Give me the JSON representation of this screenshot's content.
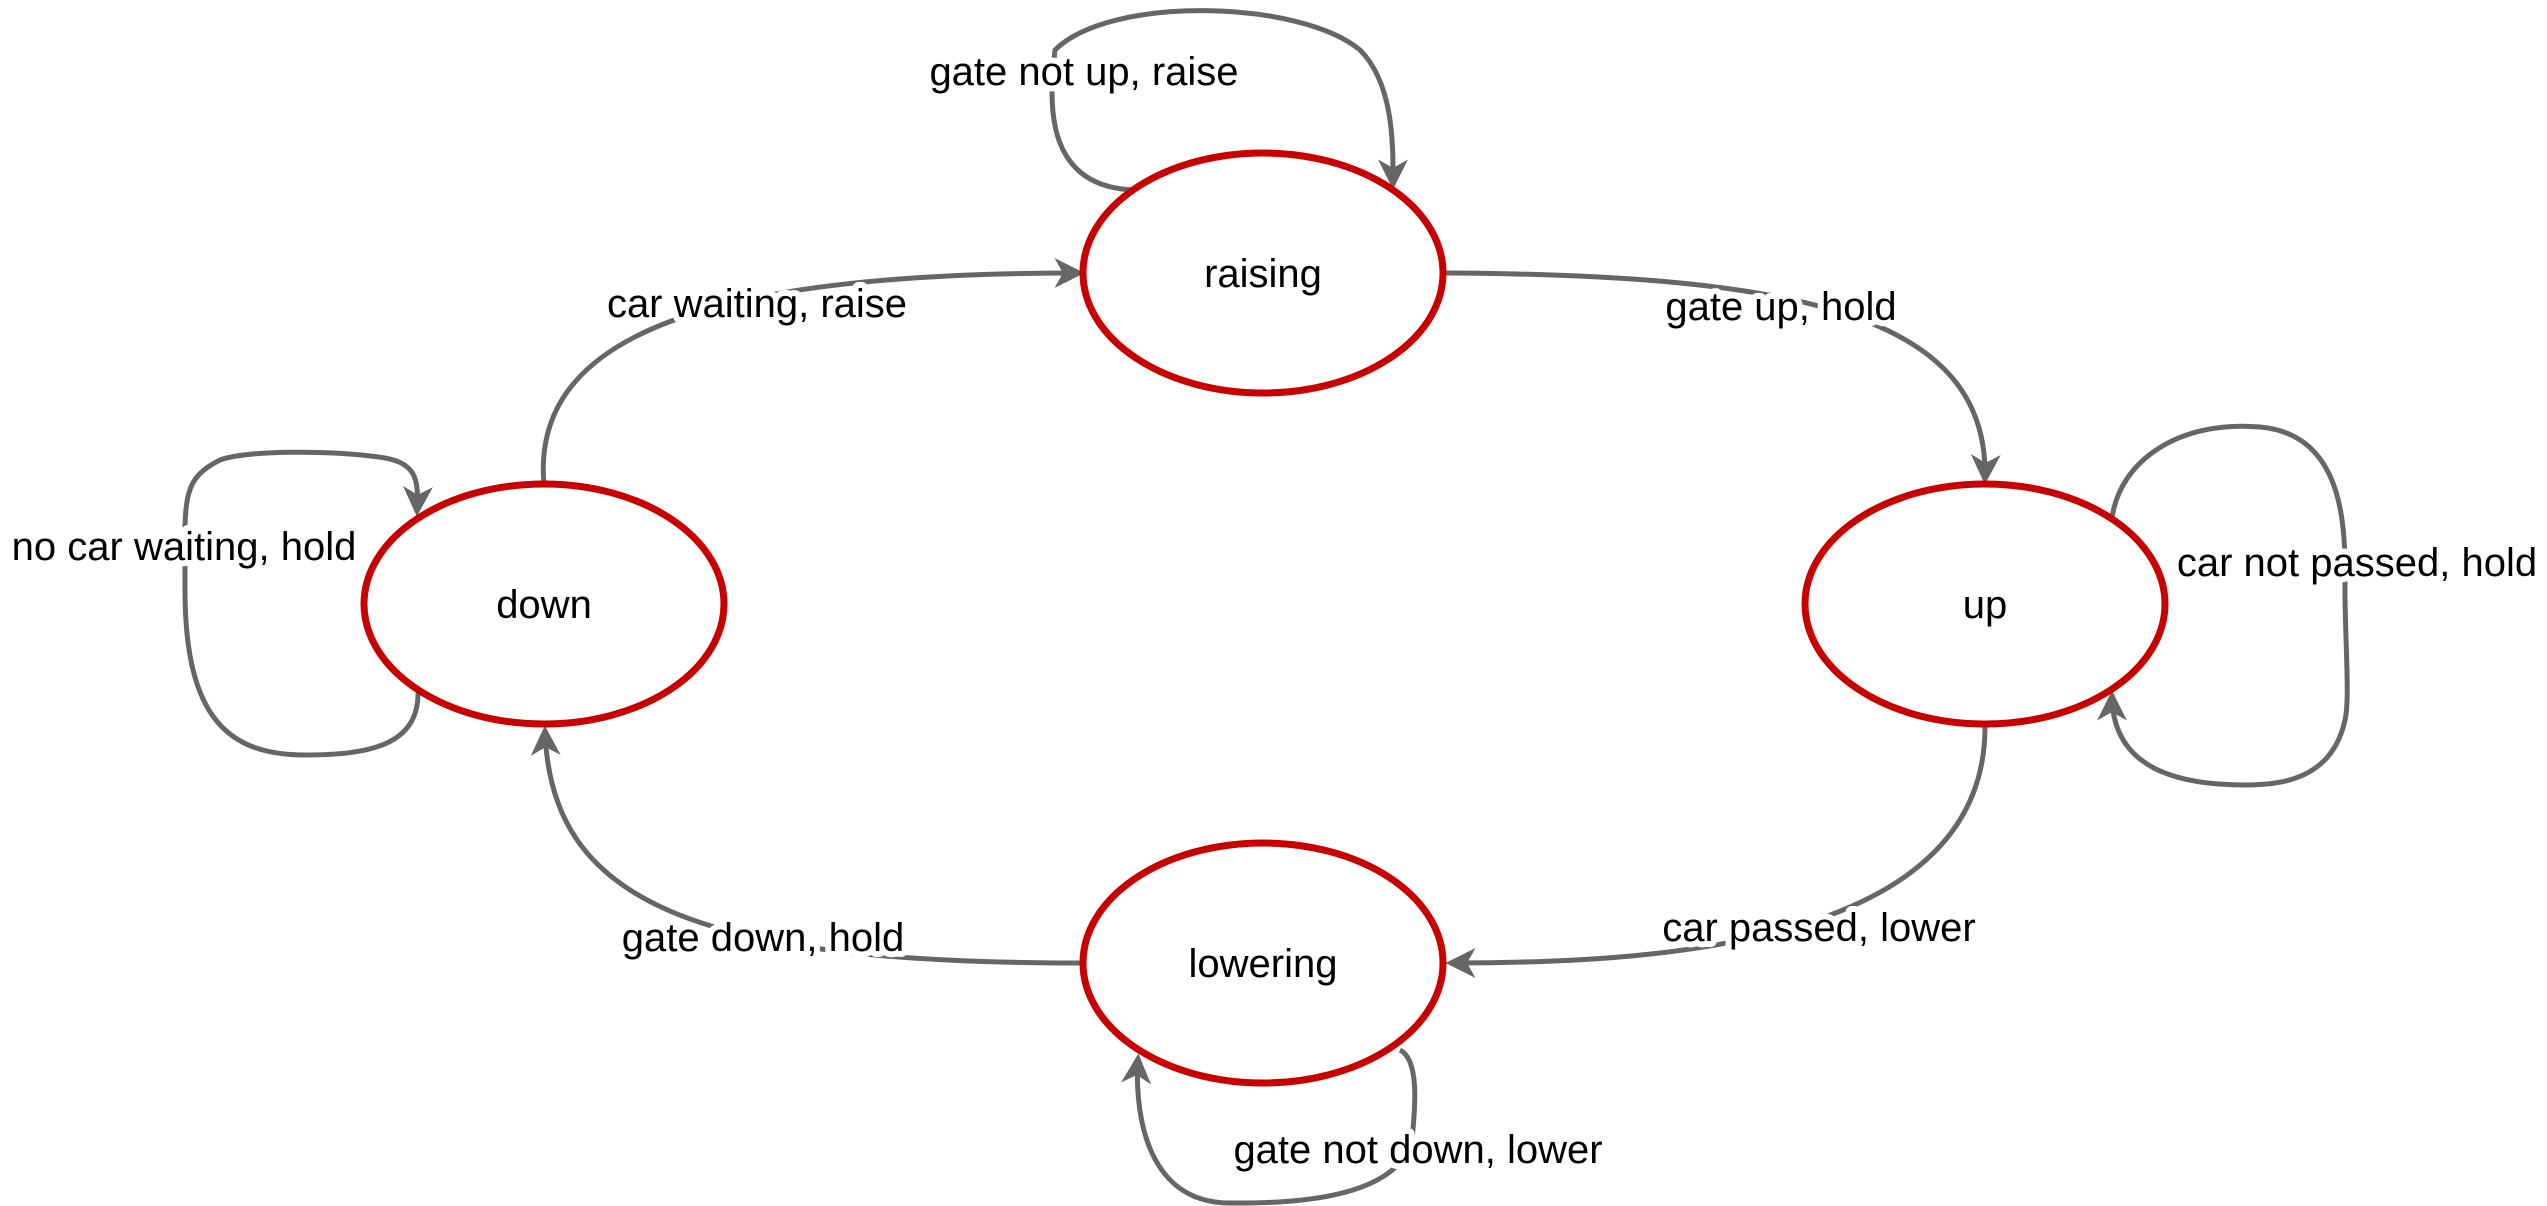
{
  "colors": {
    "state_stroke": "#c80000",
    "edge": "#666666",
    "text": "#000000",
    "background": "#ffffff"
  },
  "states": {
    "raising": "raising",
    "up": "up",
    "lowering": "lowering",
    "down": "down"
  },
  "transitions": {
    "down_to_raising": "car waiting, raise",
    "raising_self": "gate not up, raise",
    "raising_to_up": "gate up, hold",
    "up_self": "car not passed, hold",
    "up_to_lowering": "car passed, lower",
    "lowering_self": "gate not down, lower",
    "lowering_to_down": "gate down, hold",
    "down_self": "no car waiting, hold"
  }
}
